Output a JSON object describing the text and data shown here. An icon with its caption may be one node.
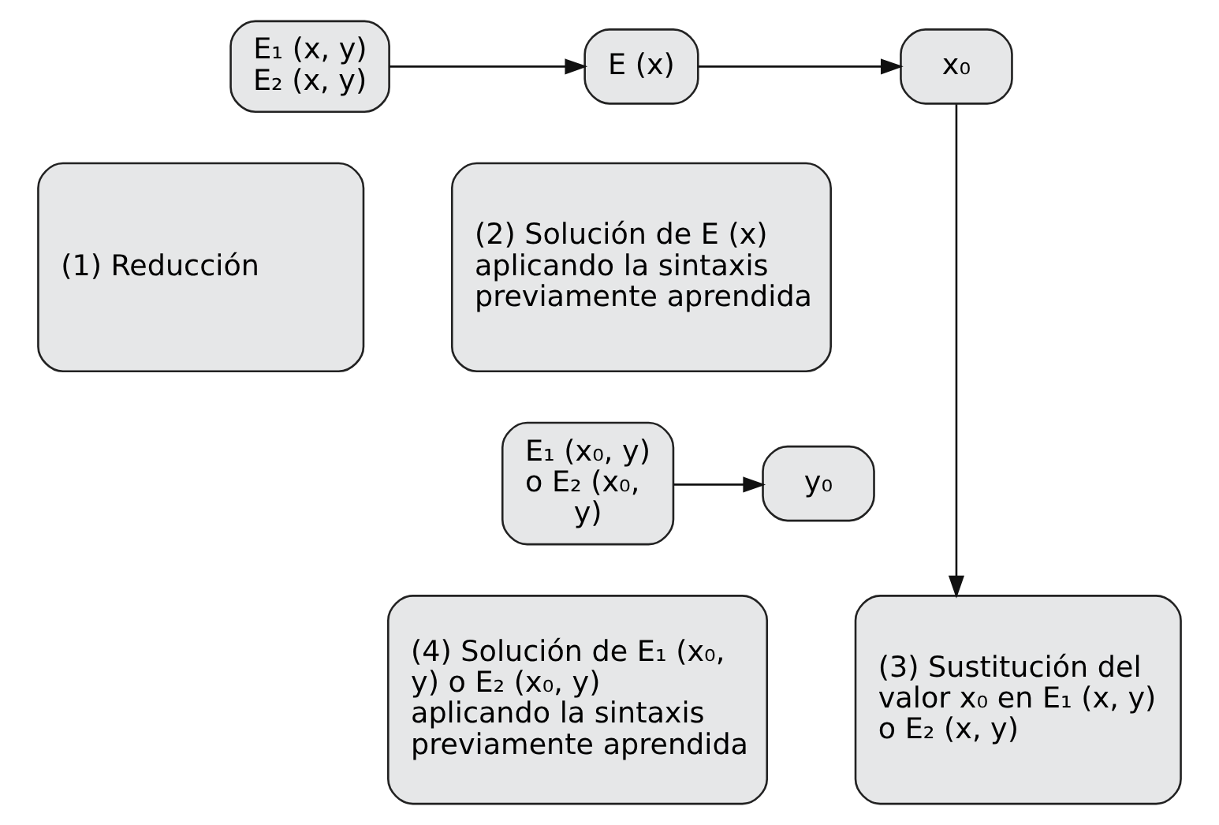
{
  "diagram": {
    "nodes": [
      {
        "text": [
          "E₁ (x, y)",
          "E₂ (x, y)"
        ]
      },
      {
        "text": [
          "(1) Reducción"
        ]
      },
      {
        "text": [
          "E (x)"
        ]
      },
      {
        "text": [
          "(2) Solución de E (x) aplicando la sintaxis previamente aprendida"
        ]
      },
      {
        "text": [
          "x₀"
        ]
      },
      {
        "text": [
          "(3) Sustitución del valor x₀ en E₁ (x, y) o E₂ (x, y)"
        ]
      },
      {
        "text": [
          "E₁ (x₀, y) o E₂ (x₀, y)"
        ]
      },
      {
        "text": [
          "(4) Solución de E₁ (x₀, y) o E₂ (x₀, y) aplicando la sintaxis previamente aprendida"
        ]
      },
      {
        "text": [
          "y₀"
        ]
      }
    ],
    "edges": [
      {
        "from": 0,
        "to": 2,
        "arrow": "to"
      },
      {
        "from": 2,
        "to": 4,
        "arrow": "to"
      },
      {
        "from": 4,
        "to": 5,
        "arrow": "to"
      },
      {
        "from": 6,
        "to": 8,
        "arrow": "to"
      }
    ]
  }
}
